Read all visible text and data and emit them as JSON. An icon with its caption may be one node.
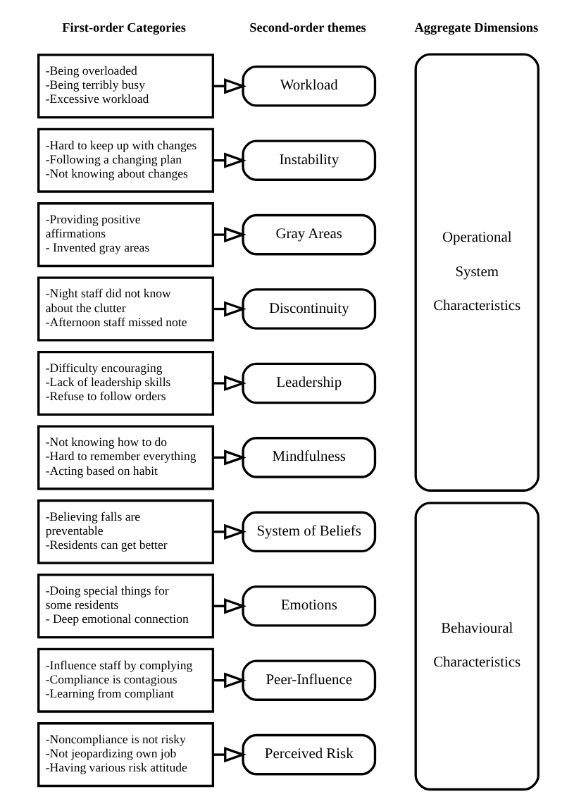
{
  "diagram": {
    "nodes": [
      {
        "text": [
          "-Being overloaded",
          "-Being terribly busy",
          "-Excessive workload"
        ]
      },
      {
        "text": [
          "Workload"
        ]
      },
      {
        "text": [
          "Operational System Characteristics"
        ]
      },
      {
        "text": [
          "-Hard to keep up with changes",
          "-Following a changing plan",
          "-Not knowing about changes"
        ]
      },
      {
        "text": [
          "Instability"
        ]
      },
      {
        "text": [
          "-Providing positive affirmations",
          "- Invented gray areas"
        ]
      },
      {
        "text": [
          "Gray Areas"
        ]
      },
      {
        "text": [
          "-Night staff did not know about the clutter",
          "-Afternoon staff missed note"
        ]
      },
      {
        "text": [
          "Discontinuity"
        ]
      },
      {
        "text": [
          "-Difficulty encouraging",
          "-Lack of leadership skills",
          "-Refuse to follow orders"
        ]
      },
      {
        "text": [
          "Leadership"
        ]
      },
      {
        "text": [
          "-Not knowing how to do",
          "-Hard to remember everything",
          "-Acting based on habit"
        ]
      },
      {
        "text": [
          "Mindfulness"
        ]
      },
      {
        "text": [
          "-Believing falls are preventable",
          "-Residents can get better"
        ]
      },
      {
        "text": [
          "System of Beliefs"
        ]
      },
      {
        "text": [
          "Behavioural Characteristics"
        ]
      },
      {
        "text": [
          "-Doing special things for some residents",
          "- Deep emotional connection"
        ]
      },
      {
        "text": [
          "Emotions"
        ]
      },
      {
        "text": [
          "-Influence staff by complying",
          "-Compliance is contagious",
          "-Learning from compliant"
        ]
      },
      {
        "text": [
          "Peer-Influence"
        ]
      },
      {
        "text": [
          "-Noncompliance is not risky",
          "-Not jeopardizing own job",
          "-Having various risk attitude"
        ]
      },
      {
        "text": [
          "Perceived Risk"
        ]
      }
    ],
    "edges": [
      {
        "from": 0,
        "to": 1,
        "arrow": "to"
      },
      {
        "from": 3,
        "to": 4,
        "arrow": "to"
      },
      {
        "from": 5,
        "to": 6,
        "arrow": "to"
      },
      {
        "from": 7,
        "to": 8,
        "arrow": "to"
      },
      {
        "from": 9,
        "to": 10,
        "arrow": "to"
      },
      {
        "from": 11,
        "to": 12,
        "arrow": "to"
      },
      {
        "from": 13,
        "to": 14,
        "arrow": "to"
      },
      {
        "from": 16,
        "to": 17,
        "arrow": "to"
      },
      {
        "from": 18,
        "to": 19,
        "arrow": "to"
      },
      {
        "from": 20,
        "to": 21,
        "arrow": "to"
      }
    ],
    "labels": [
      "First-order Categories",
      "Second-order themes",
      "Aggregate Dimensions"
    ]
  }
}
